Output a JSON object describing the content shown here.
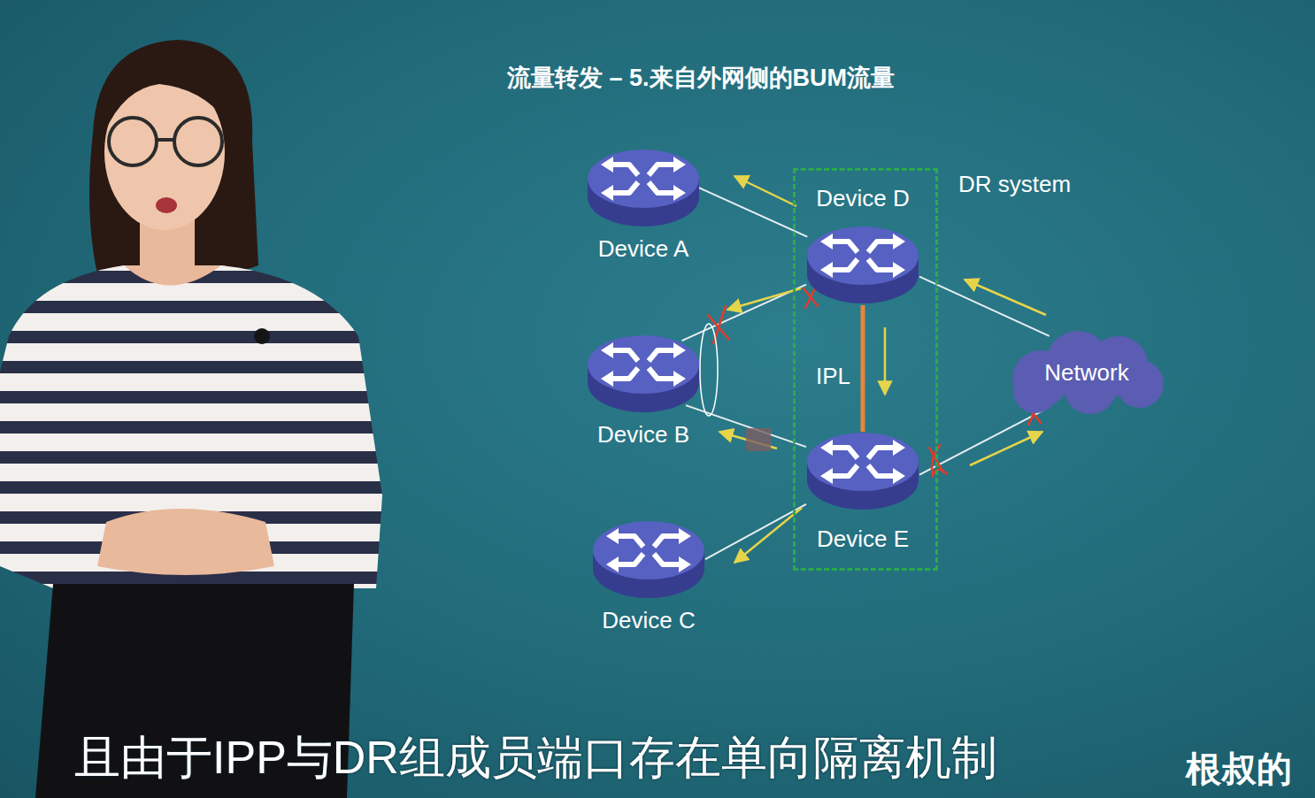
{
  "diagram": {
    "title": "流量转发 – 5.来自外网侧的BUM流量",
    "nodes": [
      {
        "text": [
          "Device A"
        ]
      },
      {
        "text": [
          "DR system"
        ]
      },
      {
        "text": [
          "Device D"
        ],
        "in": 1
      },
      {
        "text": [
          "Device E"
        ],
        "in": 1
      },
      {
        "text": [
          "Device B"
        ]
      },
      {
        "text": [
          "Network"
        ]
      },
      {
        "text": [
          "Device C"
        ]
      }
    ],
    "edges": [
      {
        "from": 0,
        "to": 2,
        "arrow": "none"
      },
      {
        "from": 4,
        "to": 2,
        "arrow": "none"
      },
      {
        "from": 4,
        "to": 3,
        "arrow": "none"
      },
      {
        "from": 6,
        "to": 3,
        "arrow": "none"
      },
      {
        "from": 2,
        "to": 5,
        "arrow": "none"
      },
      {
        "from": 3,
        "to": 5,
        "arrow": "none"
      },
      {
        "from": 2,
        "to": 3,
        "label": "IPL",
        "arrow": "none"
      }
    ],
    "labels": [
      "且由于IPP与DR组成员端口存在单向隔离机制",
      "根叔的"
    ]
  }
}
